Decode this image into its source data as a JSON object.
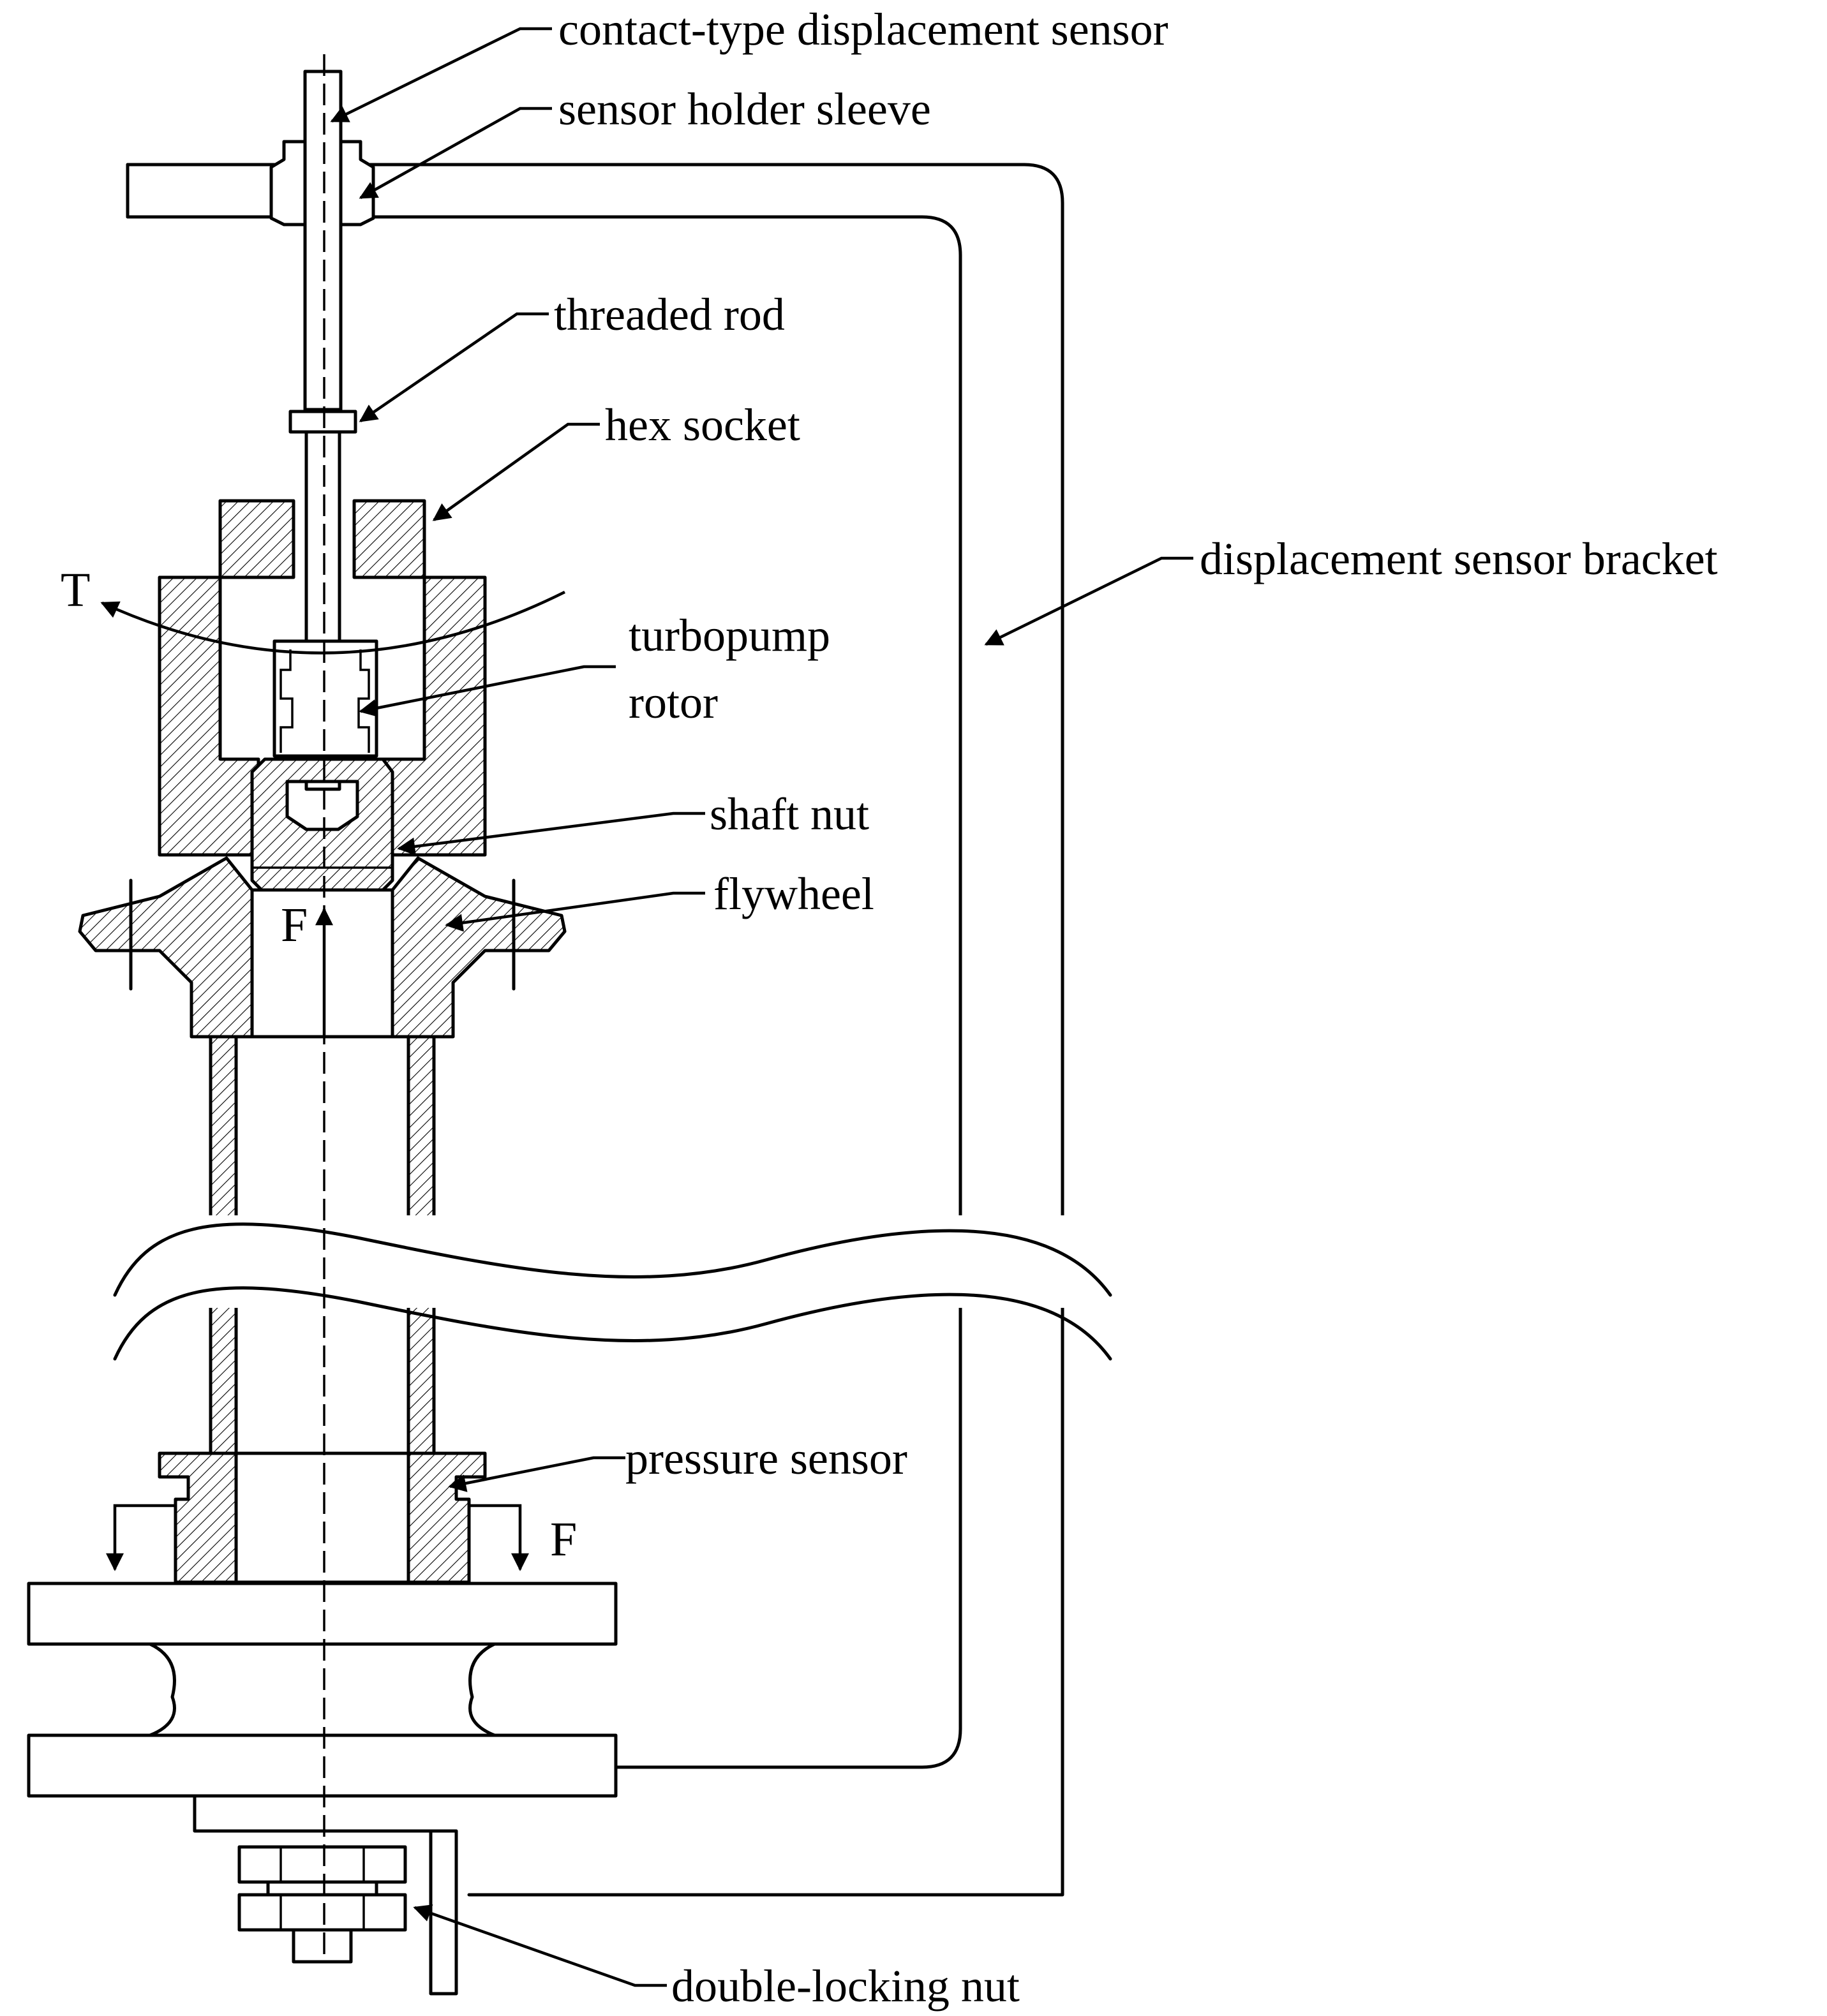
{
  "labels": {
    "contact_sensor": "contact-type displacement sensor",
    "holder_sleeve": "sensor holder sleeve",
    "threaded_rod": "threaded rod",
    "hex_socket": "hex socket",
    "bracket": "displacement sensor bracket",
    "rotor_line1": "turbopump",
    "rotor_line2": "rotor",
    "shaft_nut": "shaft nut",
    "flywheel": "flywheel",
    "pressure_sensor": "pressure sensor",
    "double_nut": "double-locking nut"
  },
  "symbols": {
    "torque": "T",
    "force_up": "F",
    "force_down": "F"
  }
}
